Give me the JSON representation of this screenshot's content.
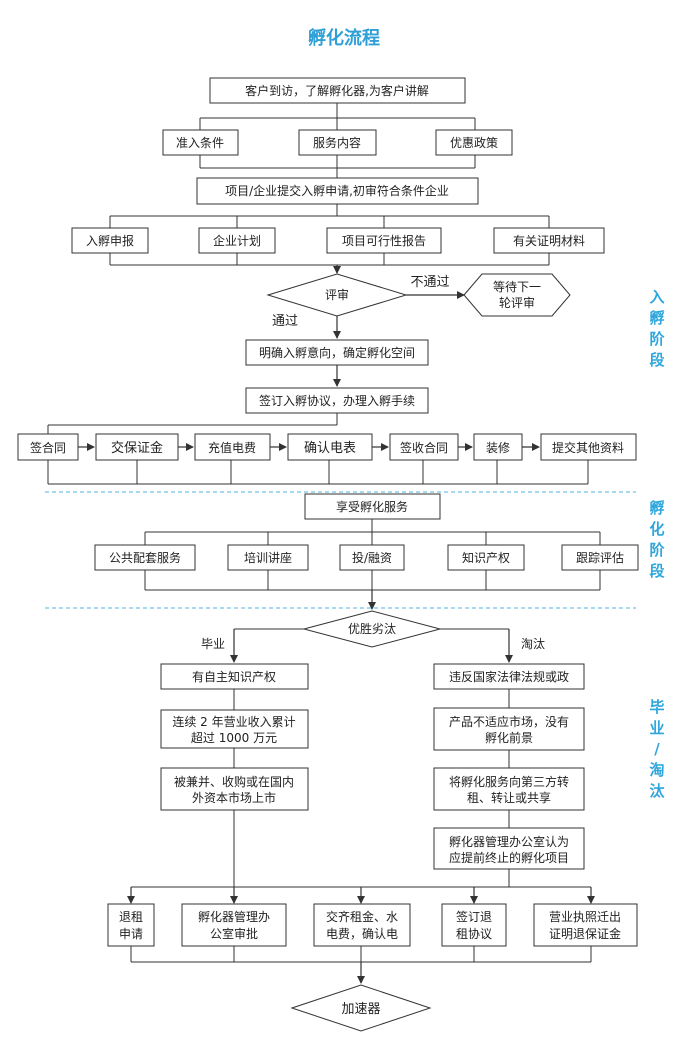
{
  "title": "孵化流程",
  "stages": {
    "s1": [
      "入",
      "孵",
      "阶",
      "段"
    ],
    "s2": [
      "孵",
      "化",
      "阶",
      "段"
    ],
    "s3": [
      "毕",
      "业",
      "/",
      "淘",
      "汰"
    ]
  },
  "nodes": {
    "visit": "客户到访，了解孵化器,为客户讲解",
    "entry_conditions": "准入条件",
    "service_content": "服务内容",
    "policy": "优惠政策",
    "apply": "项目/企业提交入孵申请,初审符合条件企业",
    "apply_form": "入孵申报",
    "biz_plan": "企业计划",
    "feasibility": "项目可行性报告",
    "certificates": "有关证明材料",
    "review": "评审",
    "wait": [
      "等待下一",
      "轮评审"
    ],
    "confirm": "明确入孵意向，确定孵化空间",
    "sign_agreement": "签订入孵协议，办理入孵手续",
    "contract": "签合同",
    "deposit": "交保证金",
    "recharge": "充值电费",
    "meter": "确认电表",
    "accept_contract": "签收合同",
    "decor": "装修",
    "other_docs": "提交其他资料",
    "enjoy": "享受孵化服务",
    "public_service": "公共配套服务",
    "training": "培训讲座",
    "investment": "投/融资",
    "ip": "知识产权",
    "tracking": "跟踪评估",
    "select": "优胜劣汰",
    "own_ip": "有自主知识产权",
    "revenue": [
      "连续 2 年营业收入累计",
      "超过 1000 万元"
    ],
    "merger": [
      "被兼并、收购或在国内",
      "外资本市场上市"
    ],
    "violation": "违反国家法律法规或政",
    "no_market": [
      "产品不适应市场，没有",
      "孵化前景"
    ],
    "transfer": [
      "将孵化服务向第三方转",
      "租、转让或共享"
    ],
    "terminate": [
      "孵化器管理办公室认为",
      "应提前终止的孵化项目"
    ],
    "quit_apply": [
      "退租",
      "申请"
    ],
    "office_approve": [
      "孵化器管理办",
      "公室审批"
    ],
    "pay_rent": [
      "交齐租金、水",
      "电费，确认电"
    ],
    "quit_agreement": [
      "签订退",
      "租协议"
    ],
    "license": [
      "营业执照迁出",
      "证明退保证金"
    ],
    "accelerator": "加速器"
  },
  "edge_labels": {
    "fail": "不通过",
    "pass": "通过",
    "graduate": "毕业",
    "eliminate": "淘汰"
  }
}
